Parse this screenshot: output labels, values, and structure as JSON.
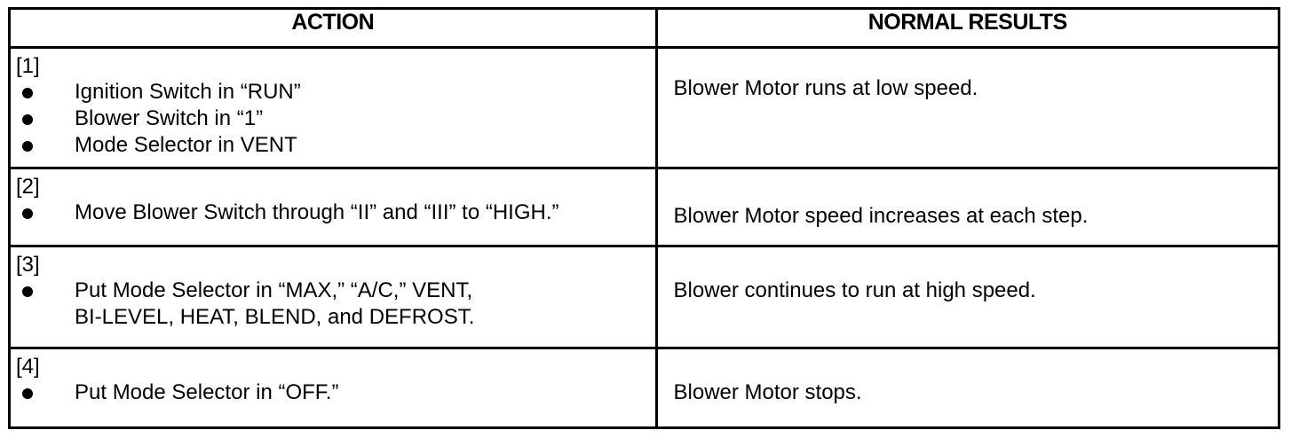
{
  "header": {
    "action": "ACTION",
    "results": "NORMAL RESULTS"
  },
  "rows": [
    {
      "step": "[1]",
      "actions": [
        "Ignition Switch in “RUN”",
        "Blower Switch in “1”",
        "Mode Selector in VENT"
      ],
      "result": "Blower Motor runs at low speed."
    },
    {
      "step": "[2]",
      "actions": [
        "Move Blower Switch through “II” and “III” to “HIGH.”"
      ],
      "result": "Blower Motor speed increases at each step."
    },
    {
      "step": "[3]",
      "actions": [
        "Put Mode Selector in “MAX,” “A/C,” VENT,\nBI-LEVEL, HEAT, BLEND, and DEFROST."
      ],
      "result": "Blower continues to run at high speed."
    },
    {
      "step": "[4]",
      "actions": [
        "Put Mode Selector in “OFF.”"
      ],
      "result": "Blower Motor stops."
    }
  ]
}
